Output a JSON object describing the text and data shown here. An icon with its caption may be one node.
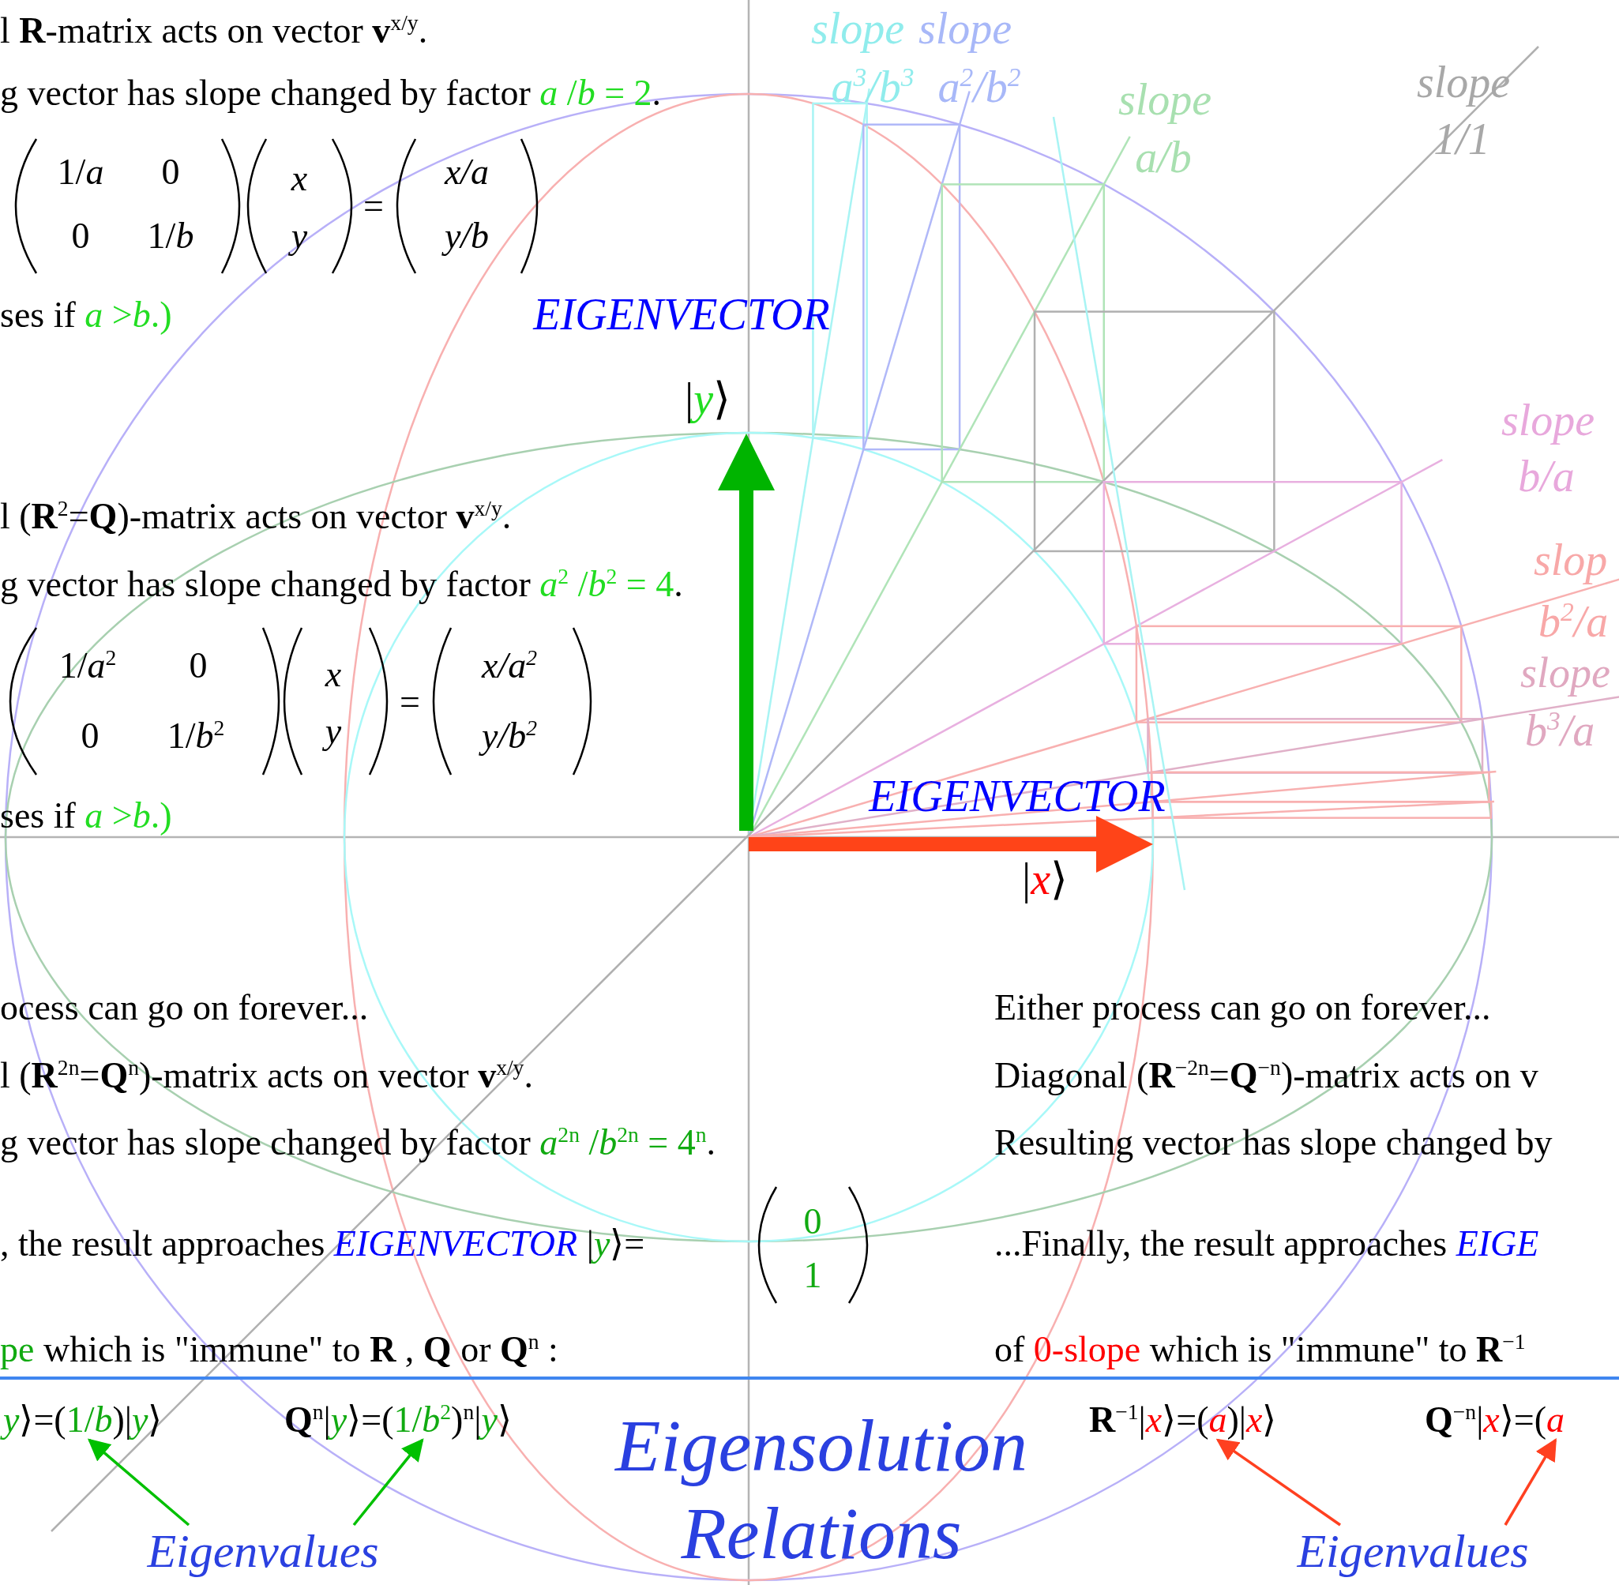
{
  "diagram": {
    "title": "Eigensolution Relations",
    "nodes": [
      {
        "text": [
          "1/*b*"
        ]
      },
      {
        "text": [
          "1/*b*$^{2}$"
        ]
      },
      {
        "text": [
          "a"
        ]
      },
      {
        "text": [
          "a"
        ]
      },
      {
        "text": [
          "Eigenvalues"
        ]
      },
      {
        "text": [
          "Eigenvalues"
        ]
      }
    ],
    "edges": [
      {
        "from": 4,
        "to": 0,
        "arrow": "to"
      },
      {
        "from": 4,
        "to": 1,
        "arrow": "to"
      },
      {
        "from": 5,
        "to": 2,
        "arrow": "to",
        "color": "#ff4020"
      },
      {
        "from": 5,
        "to": 3,
        "arrow": "to",
        "color": "#ff4020"
      }
    ],
    "labels": [
      "l **R**-matrix acts on vector **v**$^{x/y}$.",
      "g vector has slope changed by factor",
      "*a* /*b* = 2",
      ".",
      "1/*a*",
      "0",
      "0",
      "1/*b*",
      "x",
      "y",
      "=",
      "x/a",
      "y/b",
      "ses if",
      "*a* >*b*.)",
      "EIGENVECTOR",
      "|",
      "y",
      "⟩",
      "l (**R**$^{2}$=**Q**)-matrix acts on vector **v**$^{x/y}$.",
      "g vector has slope changed by factor",
      "*a*$^{2}$ /*b*$^{2}$ = 4",
      ".",
      "1/*a*$^{2}$",
      "0",
      "0",
      "1/*b*$^{2}$",
      "x",
      "y",
      "=",
      "x/a$^{2}$",
      "y/b$^{2}$",
      "ses if",
      "*a* >*b*.)",
      "EIGENVECTOR",
      "|",
      "x",
      "⟩",
      "ocess can go on forever...",
      "l (**R**$^{2n}$=**Q**$^{n}$)-matrix acts on vector **v**$^{x/y}$.",
      "g vector has slope changed by factor",
      "*a*$^{2n}$ /*b*$^{2n}$ = 4$^{n}$",
      ".",
      ", the result approaches",
      "EIGENVECTOR",
      "|",
      "y",
      "⟩=",
      "0",
      "1",
      "pe",
      "which is \"immune\" to **R** , **Q** or **Q**$^{n}$ :",
      "Either process can go on forever...",
      "Diagonal (**R**$^{−2n}$=**Q**$^{−n}$)-matrix acts on v",
      "Resulting vector has slope changed by",
      "...Finally, the result approaches",
      "EIGE",
      "of",
      "0-slope",
      "which is \"immune\" to **R**$^{−1}$",
      "y",
      "⟩=(",
      ")|",
      "y",
      "⟩",
      "**Q**$^{n}$|",
      "y",
      "⟩=(",
      ")$^{n}$|",
      "y",
      "⟩",
      "**R**$^{−1}$|",
      "x",
      "⟩=(",
      ")|",
      "x",
      "⟩",
      "**Q**$^{−n}$|",
      "x",
      "⟩=(",
      "slope",
      "a$^{3}$/b$^{3}$",
      "slope",
      "a$^{2}$/b$^{2}$",
      "slope",
      "a/b",
      "slope",
      "1/1",
      "slope",
      "b/a",
      "slop",
      "b$^{2}$/a",
      "slope",
      "b$^{3}$/a"
    ]
  }
}
